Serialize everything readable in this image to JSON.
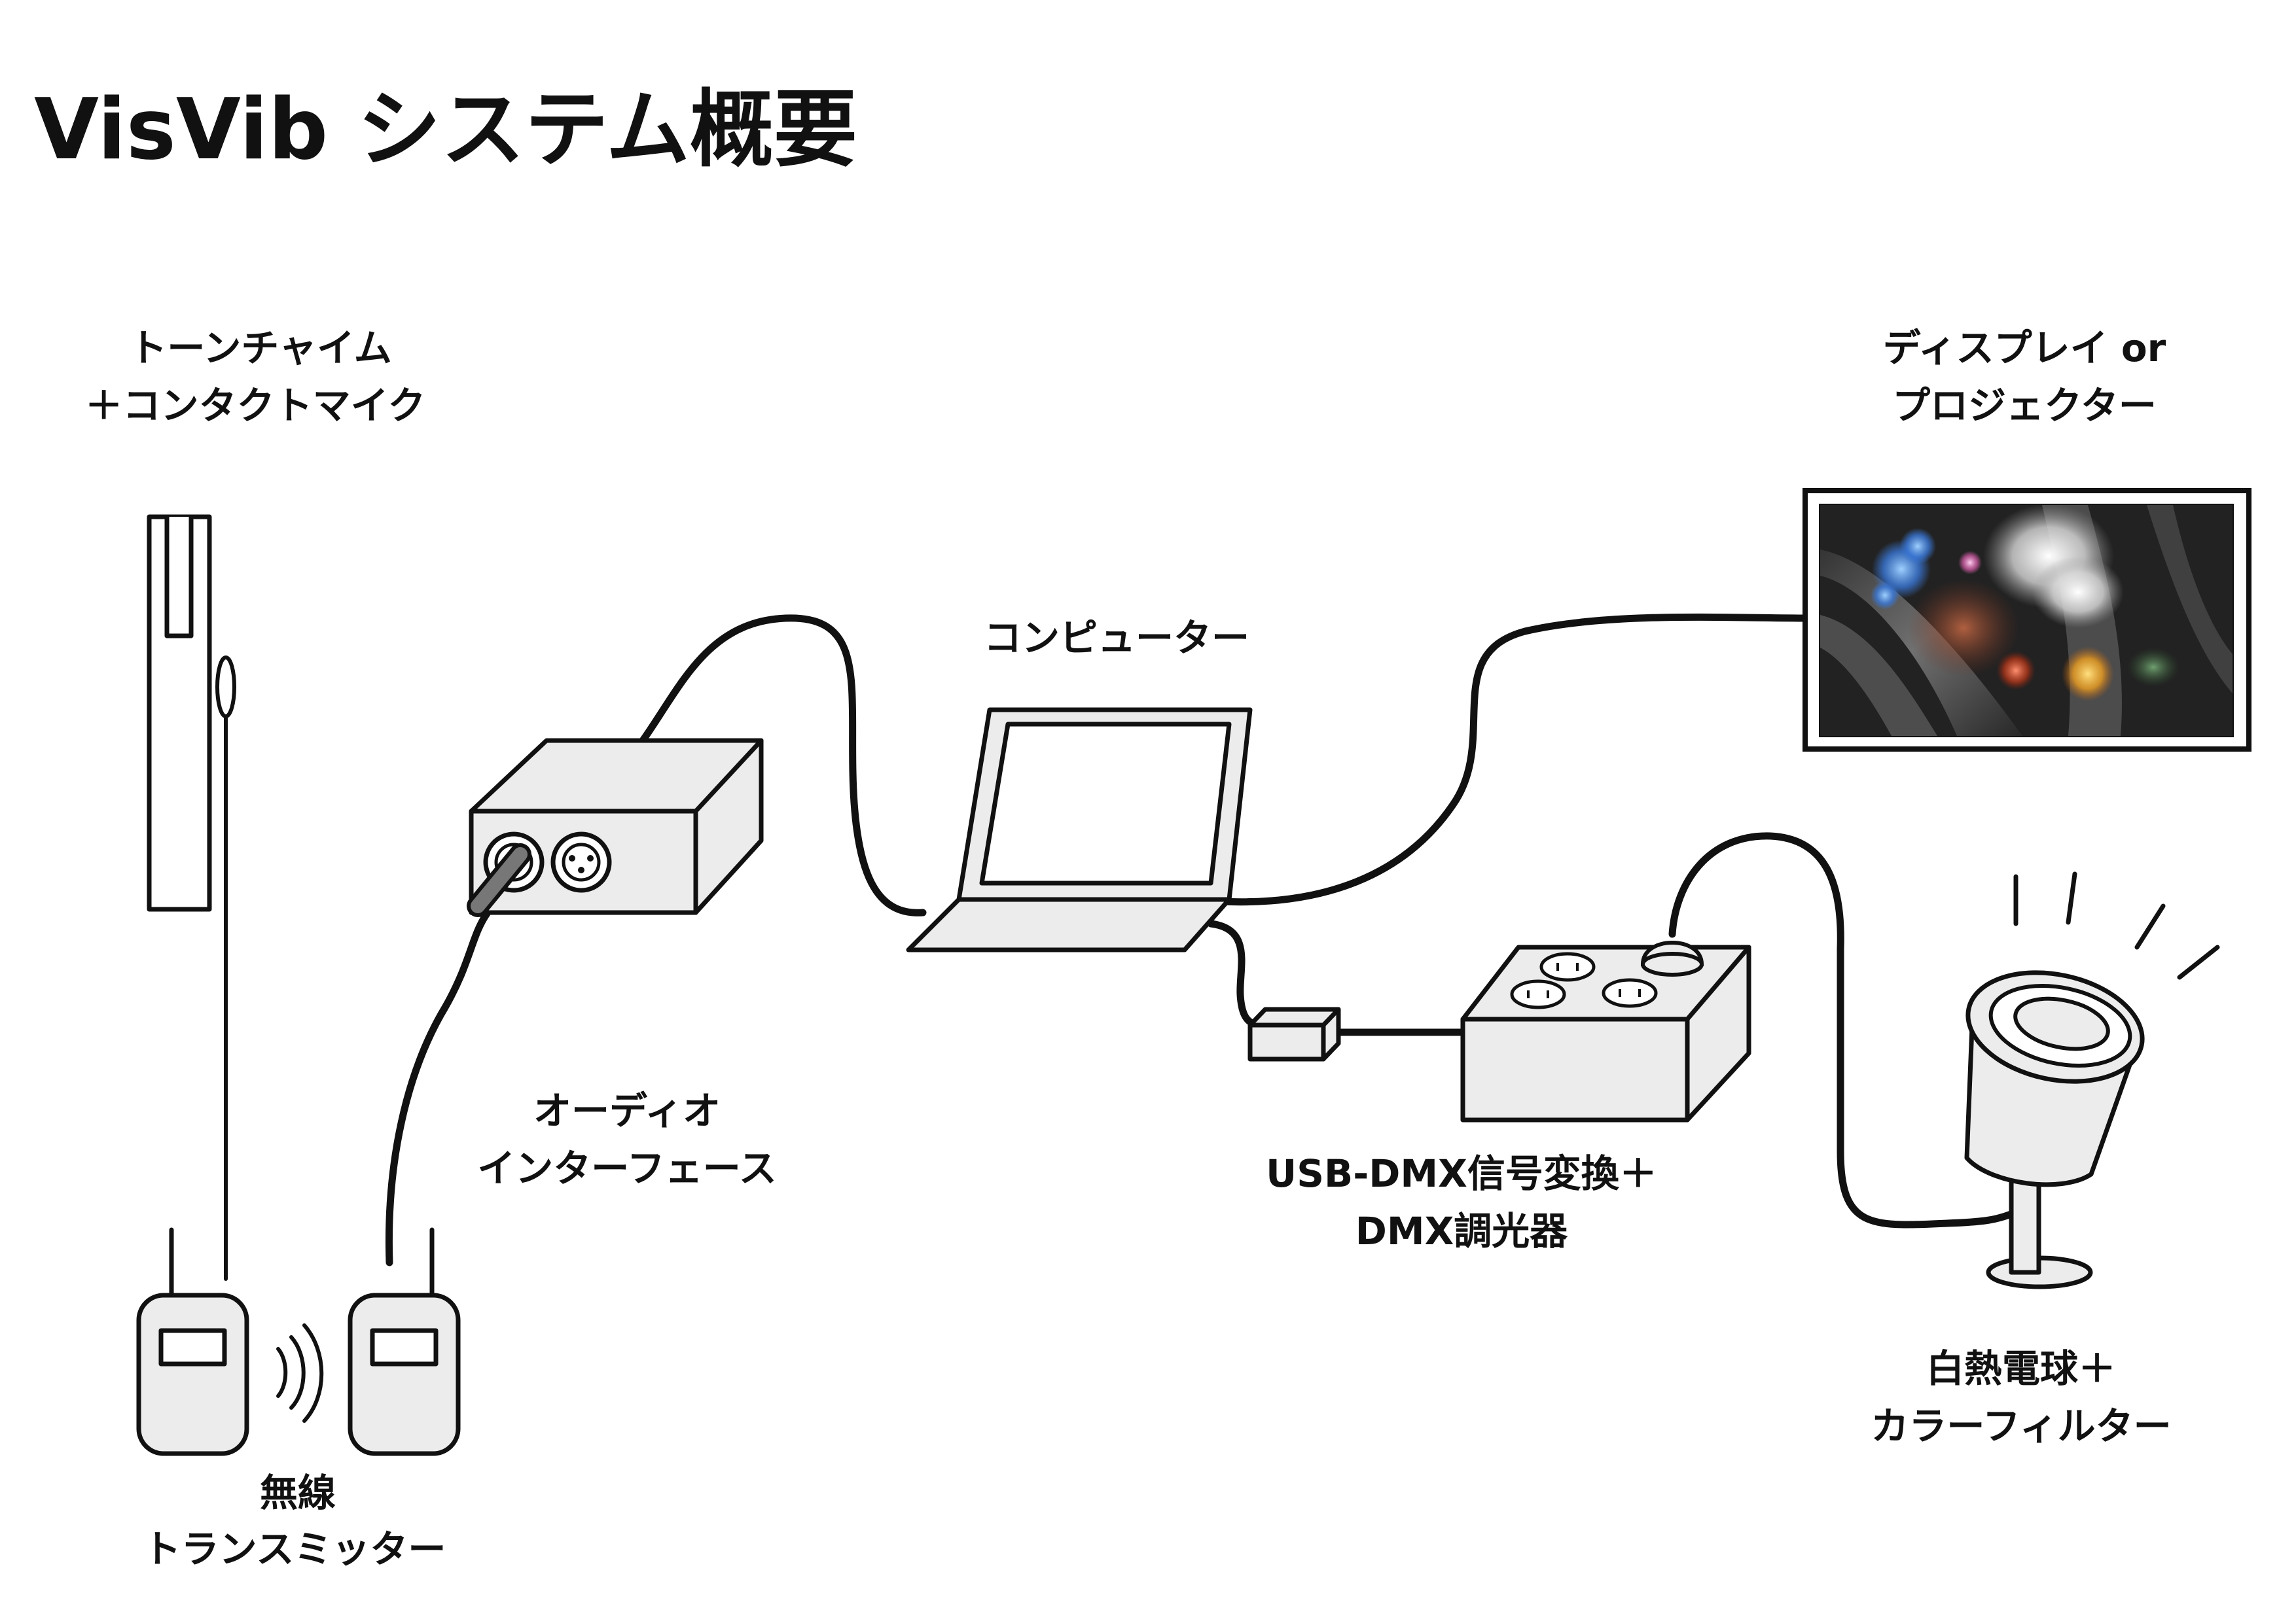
{
  "title": "VisVib  システム概要",
  "labels": {
    "chime_1": "トーンチャイム",
    "chime_2": "＋コンタクトマイク",
    "transmitter_1": "無線",
    "transmitter_2": "トランスミッター",
    "audio_1": "オーディオ",
    "audio_2": "インターフェース",
    "computer": "コンピューター",
    "display_1": "ディスプレイ or",
    "display_2": "プロジェクター",
    "dmx_1": "USB-DMX信号変換＋",
    "dmx_2": "DMX調光器",
    "lamp_1": "白熱電球＋",
    "lamp_2": "カラーフィルター"
  },
  "colors": {
    "line": "#111111",
    "device_fill": "#ececec",
    "background": "#ffffff"
  },
  "icons": [
    "tone-chime-icon",
    "wireless-transmitter-icon",
    "wireless-receiver-icon",
    "audio-interface-icon",
    "laptop-icon",
    "display-icon",
    "usb-dmx-converter-icon",
    "dmx-dimmer-icon",
    "incandescent-lamp-icon",
    "radio-waves-icon"
  ]
}
